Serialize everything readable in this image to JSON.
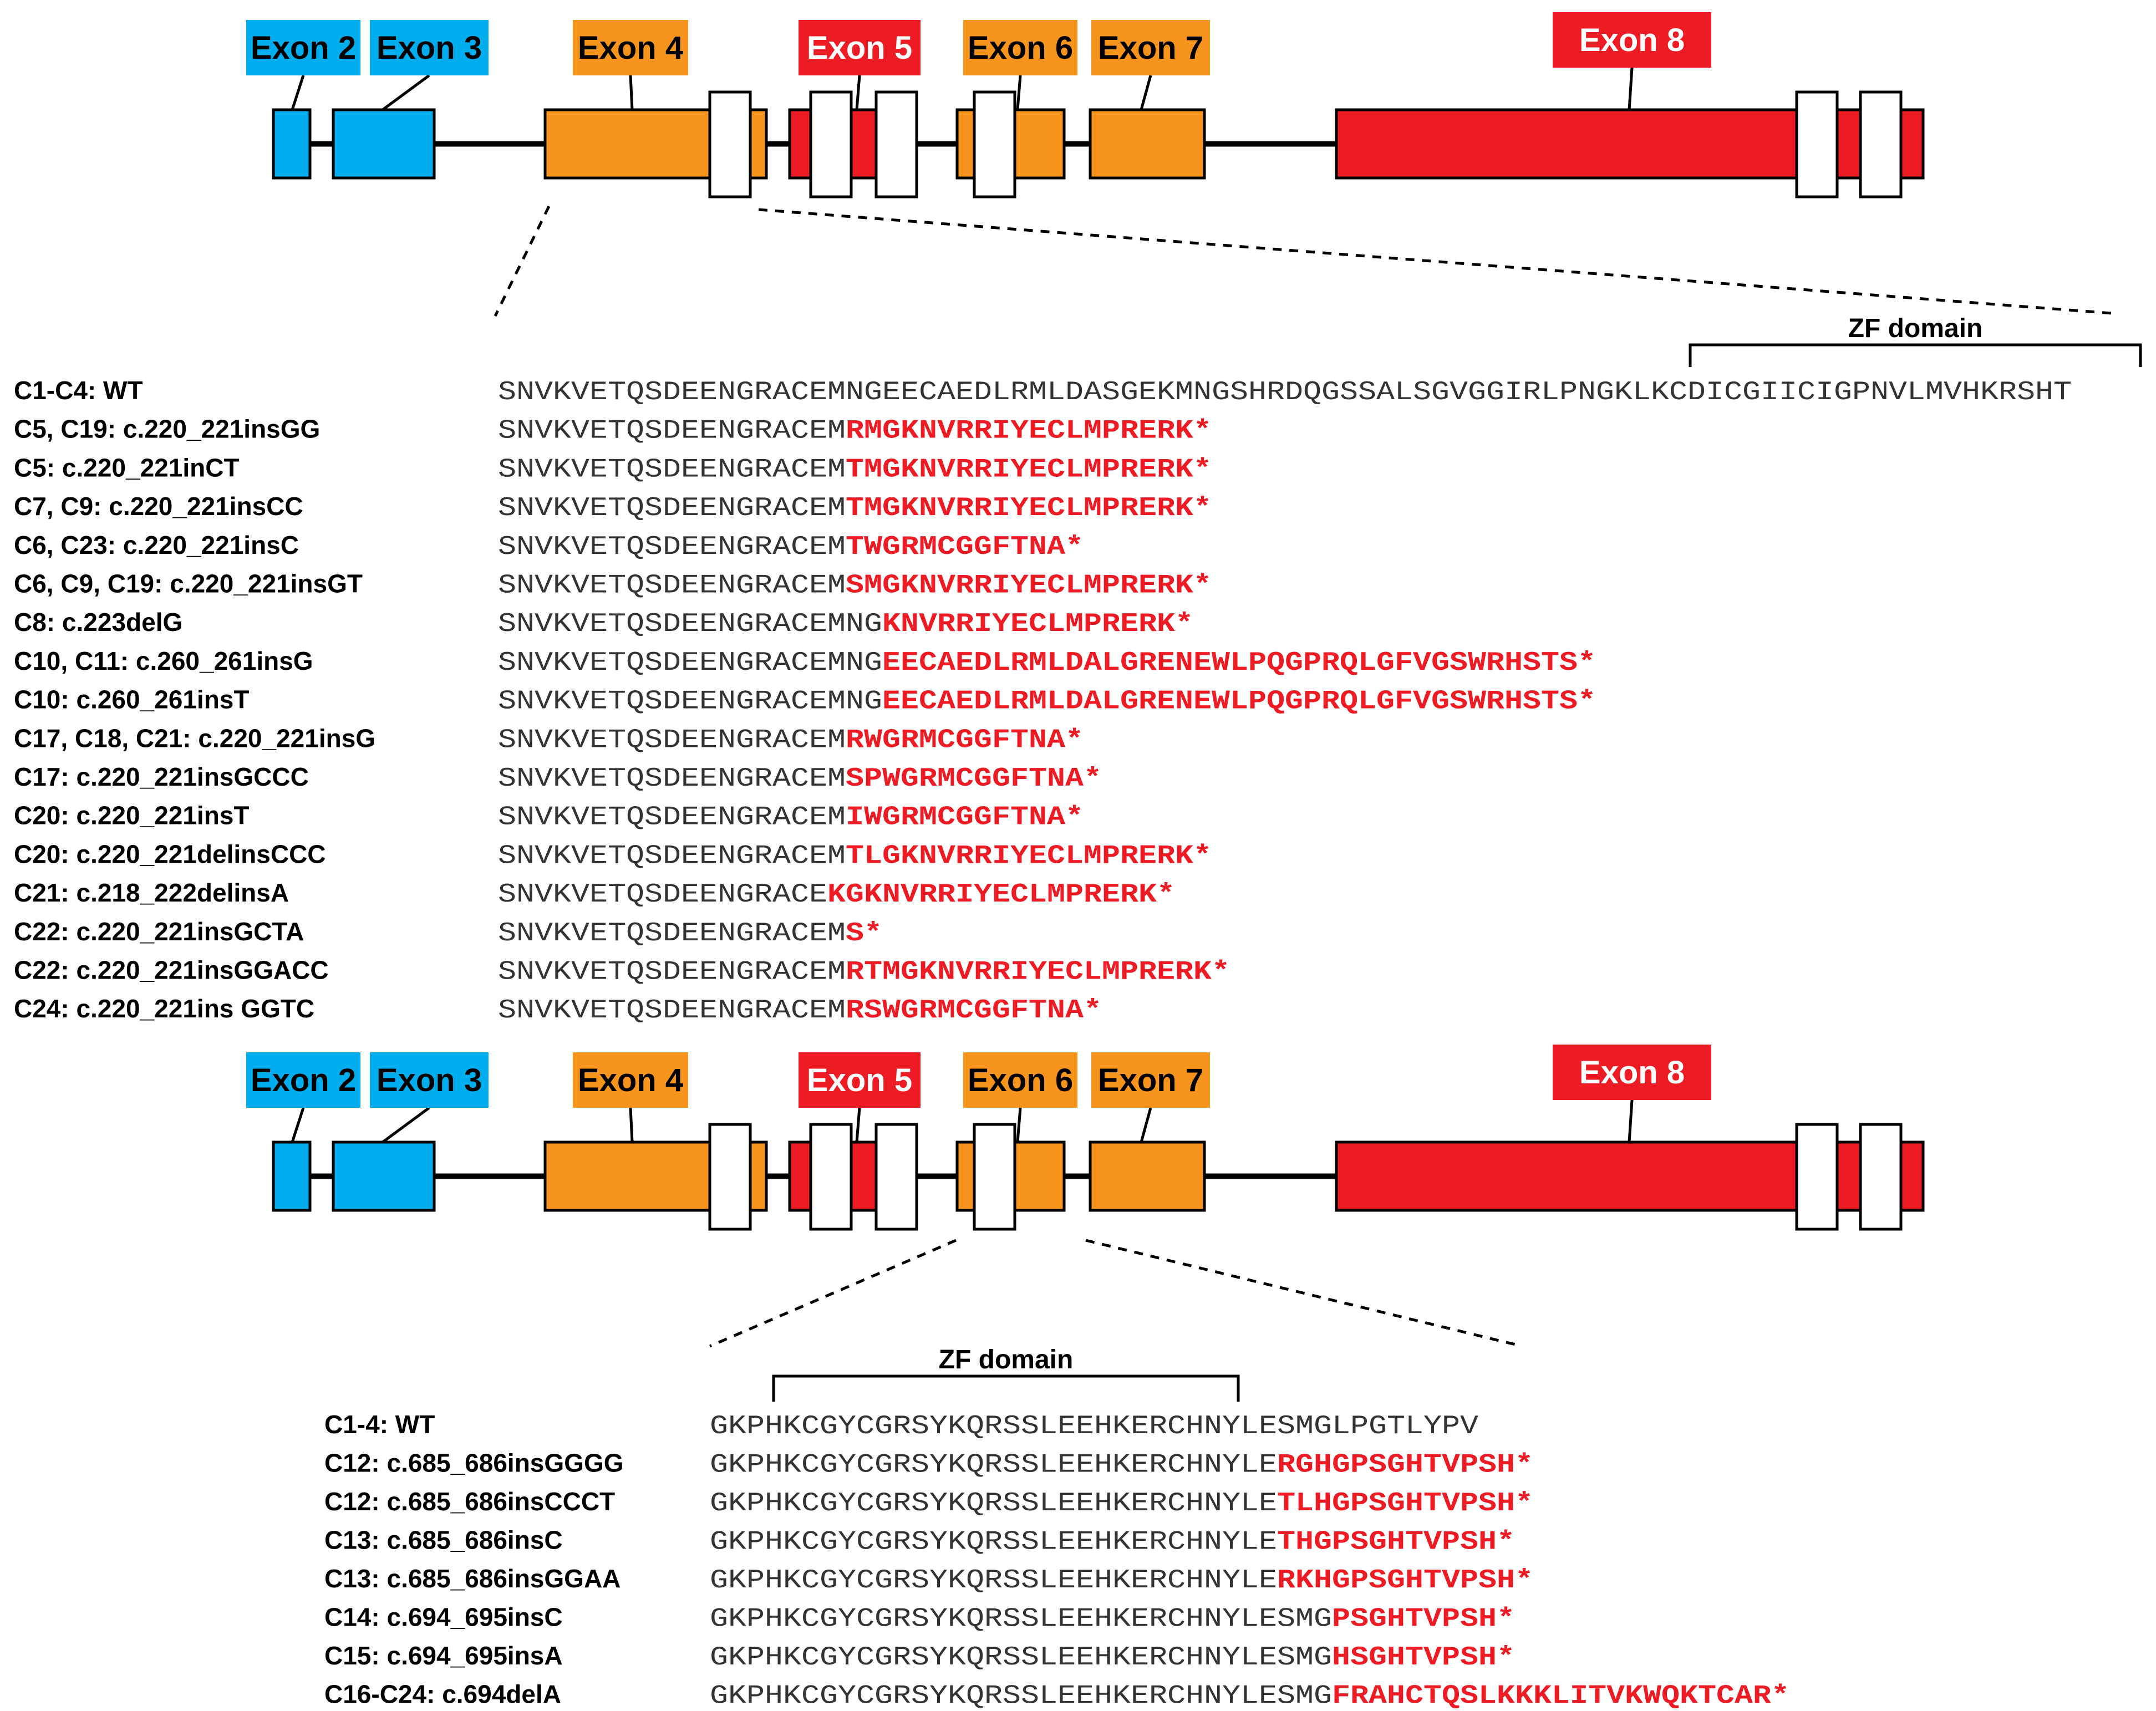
{
  "colors": {
    "blue_exon": "#00aeef",
    "orange_exon": "#f7941d",
    "red_exon": "#ed1c24",
    "mutation_text": "#ed1c24",
    "sequence_text": "#333333",
    "outline": "#000000"
  },
  "exon_labels": [
    "Exon 2",
    "Exon 3",
    "Exon 4",
    "Exon 5",
    "Exon 6",
    "Exon 7",
    "Exon 8"
  ],
  "panel_top": {
    "zf_label": "ZF domain",
    "rows": [
      {
        "label": "C1-C4: WT",
        "wt": "SNVKVETQSDEENGRACEMNGEECAEDLRMLDASGEKMNGSHRDQGSSALSGVGGIRLPNGKLKCDICGIICIGPNVLMVHKRSHT",
        "mut": ""
      },
      {
        "label": "C5, C19: c.220_221insGG",
        "wt": "SNVKVETQSDEENGRACEM",
        "mut": "RMGKNVRRIYECLMPRERK*"
      },
      {
        "label": "C5: c.220_221inCT",
        "wt": "SNVKVETQSDEENGRACEM",
        "mut": "TMGKNVRRIYECLMPRERK*"
      },
      {
        "label": "C7, C9: c.220_221insCC",
        "wt": "SNVKVETQSDEENGRACEM",
        "mut": "TMGKNVRRIYECLMPRERK*"
      },
      {
        "label": "C6, C23: c.220_221insC",
        "wt": "SNVKVETQSDEENGRACEM",
        "mut": "TWGRMCGGFTNA*"
      },
      {
        "label": "C6, C9, C19: c.220_221insGT",
        "wt": "SNVKVETQSDEENGRACEM",
        "mut": "SMGKNVRRIYECLMPRERK*"
      },
      {
        "label": "C8: c.223delG",
        "wt": "SNVKVETQSDEENGRACEMNG",
        "mut": "KNVRRIYECLMPRERK*"
      },
      {
        "label": "C10, C11: c.260_261insG",
        "wt": "SNVKVETQSDEENGRACEMNG",
        "mut": "EECAEDLRMLDALGRENEWLPQGPRQLGFVGSWRHSTS*"
      },
      {
        "label": "C10: c.260_261insT",
        "wt": "SNVKVETQSDEENGRACEMNG",
        "mut": "EECAEDLRMLDALGRENEWLPQGPRQLGFVGSWRHSTS*"
      },
      {
        "label": "C17, C18, C21: c.220_221insG",
        "wt": "SNVKVETQSDEENGRACEM",
        "mut": "RWGRMCGGFTNA*"
      },
      {
        "label": "C17: c.220_221insGCCC",
        "wt": "SNVKVETQSDEENGRACEM",
        "mut": "SPWGRMCGGFTNA*"
      },
      {
        "label": "C20: c.220_221insT",
        "wt": "SNVKVETQSDEENGRACEM",
        "mut": "IWGRMCGGFTNA*"
      },
      {
        "label": "C20: c.220_221delinsCCC",
        "wt": "SNVKVETQSDEENGRACEM",
        "mut": "TLGKNVRRIYECLMPRERK*"
      },
      {
        "label": "C21: c.218_222delinsA",
        "wt": "SNVKVETQSDEENGRACE",
        "mut": "KGKNVRRIYECLMPRERK*"
      },
      {
        "label": "C22: c.220_221insGCTA",
        "wt": "SNVKVETQSDEENGRACEM",
        "mut": "S*"
      },
      {
        "label": "C22: c.220_221insGGACC",
        "wt": "SNVKVETQSDEENGRACEM",
        "mut": "RTMGKNVRRIYECLMPRERK*"
      },
      {
        "label": "C24: c.220_221ins GGTC",
        "wt": "SNVKVETQSDEENGRACEM",
        "mut": "RSWGRMCGGFTNA*"
      }
    ]
  },
  "panel_bottom": {
    "zf_label": "ZF domain",
    "rows": [
      {
        "label": "C1-4: WT",
        "wt": "GKPHKCGYCGRSYKQRSSLEEHKERCHNYLESMGLPGTLYPV",
        "mut": ""
      },
      {
        "label": "C12: c.685_686insGGGG",
        "wt": "GKPHKCGYCGRSYKQRSSLEEHKERCHNYLE",
        "mut": "RGHGPSGHTVPSH*"
      },
      {
        "label": "C12: c.685_686insCCCT",
        "wt": "GKPHKCGYCGRSYKQRSSLEEHKERCHNYLE",
        "mut": "TLHGPSGHTVPSH*"
      },
      {
        "label": "C13: c.685_686insC",
        "wt": "GKPHKCGYCGRSYKQRSSLEEHKERCHNYLE",
        "mut": "THGPSGHTVPSH*"
      },
      {
        "label": "C13: c.685_686insGGAA",
        "wt": "GKPHKCGYCGRSYKQRSSLEEHKERCHNYLE",
        "mut": "RKHGPSGHTVPSH*"
      },
      {
        "label": "C14: c.694_695insC",
        "wt": "GKPHKCGYCGRSYKQRSSLEEHKERCHNYLESMG",
        "mut": "PSGHTVPSH*"
      },
      {
        "label": "C15: c.694_695insA",
        "wt": "GKPHKCGYCGRSYKQRSSLEEHKERCHNYLESMG",
        "mut": "HSGHTVPSH*"
      },
      {
        "label": "C16-C24: c.694delA",
        "wt": "GKPHKCGYCGRSYKQRSSLEEHKERCHNYLESMG",
        "mut": "FRAHCTQSLKKKLITVKWQKTCAR*"
      }
    ]
  }
}
